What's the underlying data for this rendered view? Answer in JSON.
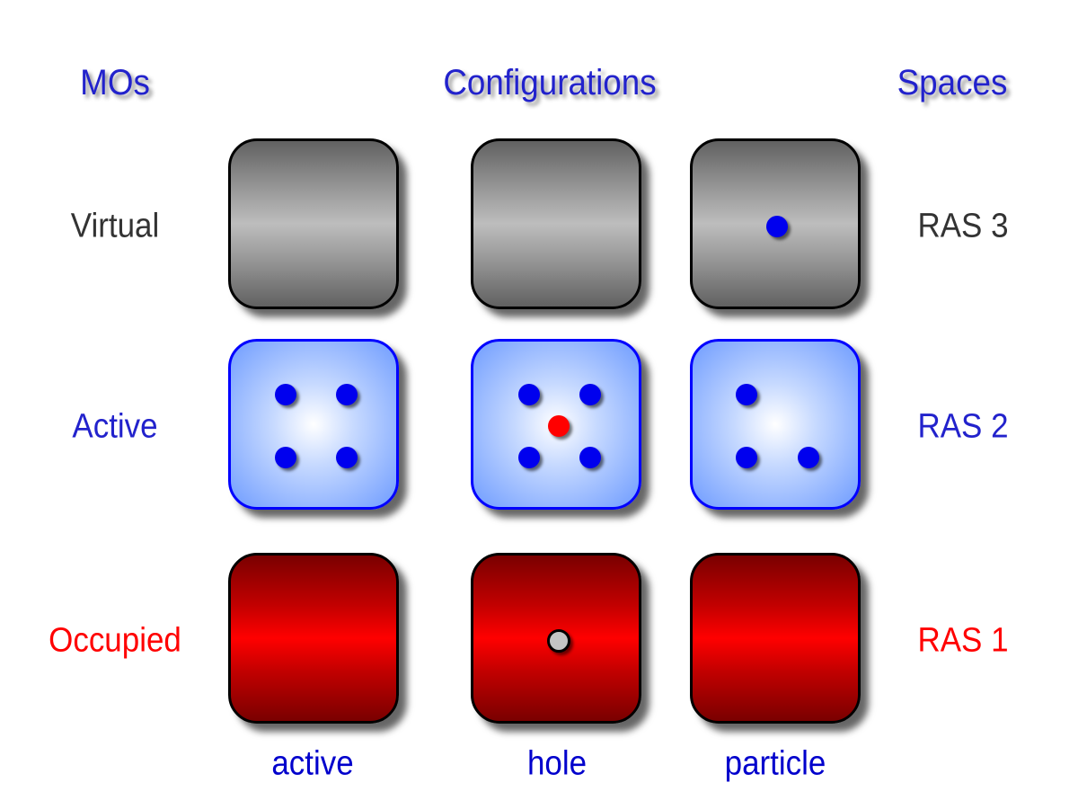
{
  "headers": {
    "mos": "MOs",
    "configurations": "Configurations",
    "spaces": "Spaces"
  },
  "rows": [
    {
      "label": "Virtual",
      "space": "RAS 3",
      "color": "#333333"
    },
    {
      "label": "Active",
      "space": "RAS 2",
      "color": "#2222cc"
    },
    {
      "label": "Occupied",
      "space": "RAS 1",
      "color": "#ff0000"
    }
  ],
  "columns": [
    "active",
    "hole",
    "particle"
  ],
  "colors": {
    "header": "#2222cc",
    "electron": "#0000ee",
    "excited": "#ff0000",
    "hole": "#c4c4c4"
  },
  "grid": {
    "virtual": {
      "active": [],
      "hole": [],
      "particle": [
        "electron"
      ]
    },
    "active": {
      "active": [
        "electron",
        "electron",
        "electron",
        "electron"
      ],
      "hole": [
        "electron",
        "electron",
        "excited",
        "electron",
        "electron"
      ],
      "particle": [
        "electron",
        "electron",
        "electron"
      ]
    },
    "occupied": {
      "active": [],
      "hole": [
        "hole"
      ],
      "particle": []
    }
  }
}
